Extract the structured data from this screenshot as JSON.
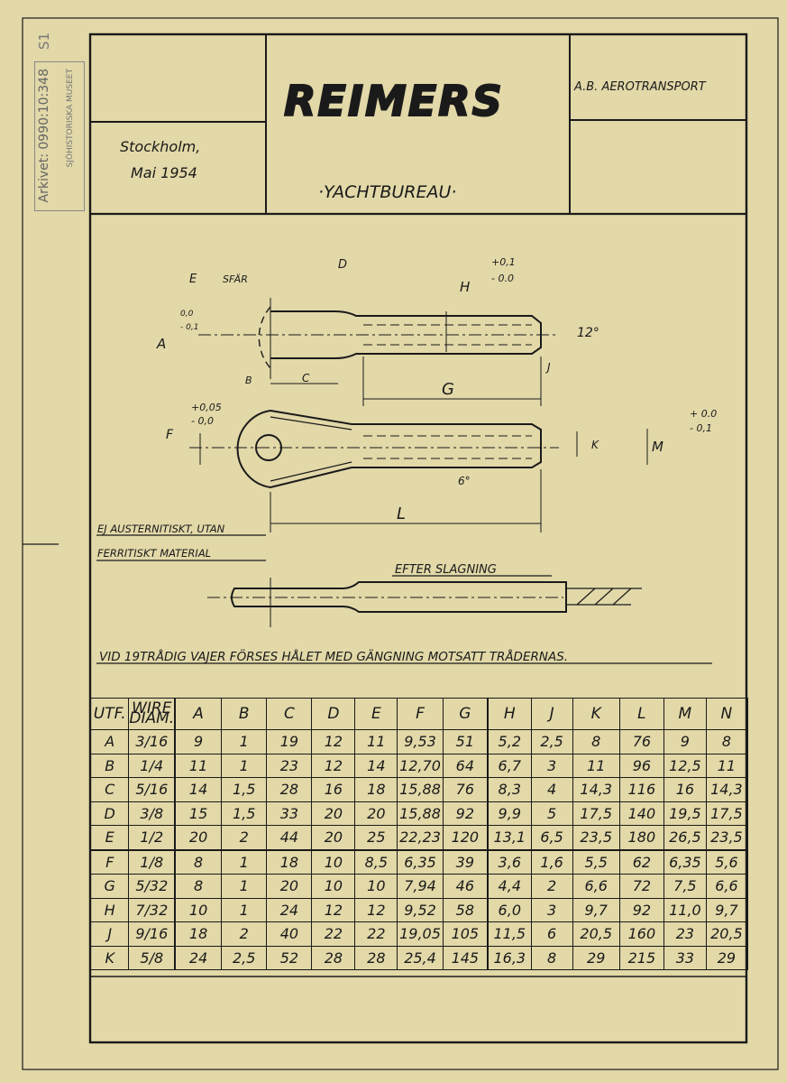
{
  "stamp": {
    "number": "S1",
    "archive_ref": "Arkivet: 0990:10:348",
    "institution": "SJÖHISTORISKA MUSEET"
  },
  "title_block": {
    "logo": "REIMERS",
    "subtitle": "·YACHTBUREAU·",
    "place": "Stockholm,",
    "date": "Mai 1954",
    "client": "A.B. AEROTRANSPORT"
  },
  "drawing": {
    "labels": {
      "E": "E",
      "sfar": "SFÄR",
      "D": "D",
      "H": "H",
      "tol_h": [
        "+0,1",
        "- 0.0"
      ],
      "A": "A",
      "tol_a": [
        "0,0",
        "- 0,1"
      ],
      "angle12": "12°",
      "B": "B",
      "C": "C",
      "J": "J",
      "G": "G",
      "tol_f": [
        "+0,05",
        "- 0,0"
      ],
      "F": "F",
      "K": "K",
      "M": "M",
      "tol_m": [
        "+ 0.0",
        "- 0,1"
      ],
      "angle6": "6°",
      "L": "L"
    },
    "material_note": [
      "EJ AUSTERNITISKT, UTAN",
      "FERRITISKT MATERIAL"
    ],
    "after_title": "EFTER SLAGNING",
    "note": "VID 19TRÅDIG VAJER FÖRSES HÅLET MED GÄNGNING MOTSATT TRÅDERNAS."
  },
  "table": {
    "headers": [
      "UTF.",
      "WIRE DIAM.",
      "A",
      "B",
      "C",
      "D",
      "E",
      "F",
      "G",
      "H",
      "J",
      "K",
      "L",
      "M",
      "N"
    ],
    "rows": [
      [
        "A",
        "3/16",
        "9",
        "1",
        "19",
        "12",
        "11",
        "9,53",
        "51",
        "5,2",
        "2,5",
        "8",
        "76",
        "9",
        "8"
      ],
      [
        "B",
        "1/4",
        "11",
        "1",
        "23",
        "12",
        "14",
        "12,70",
        "64",
        "6,7",
        "3",
        "11",
        "96",
        "12,5",
        "11"
      ],
      [
        "C",
        "5/16",
        "14",
        "1,5",
        "28",
        "16",
        "18",
        "15,88",
        "76",
        "8,3",
        "4",
        "14,3",
        "116",
        "16",
        "14,3"
      ],
      [
        "D",
        "3/8",
        "15",
        "1,5",
        "33",
        "20",
        "20",
        "15,88",
        "92",
        "9,9",
        "5",
        "17,5",
        "140",
        "19,5",
        "17,5"
      ],
      [
        "E",
        "1/2",
        "20",
        "2",
        "44",
        "20",
        "25",
        "22,23",
        "120",
        "13,1",
        "6,5",
        "23,5",
        "180",
        "26,5",
        "23,5"
      ],
      [
        "F",
        "1/8",
        "8",
        "1",
        "18",
        "10",
        "8,5",
        "6,35",
        "39",
        "3,6",
        "1,6",
        "5,5",
        "62",
        "6,35",
        "5,6"
      ],
      [
        "G",
        "5/32",
        "8",
        "1",
        "20",
        "10",
        "10",
        "7,94",
        "46",
        "4,4",
        "2",
        "6,6",
        "72",
        "7,5",
        "6,6"
      ],
      [
        "H",
        "7/32",
        "10",
        "1",
        "24",
        "12",
        "12",
        "9,52",
        "58",
        "6,0",
        "3",
        "9,7",
        "92",
        "11,0",
        "9,7"
      ],
      [
        "J",
        "9/16",
        "18",
        "2",
        "40",
        "22",
        "22",
        "19,05",
        "105",
        "11,5",
        "6",
        "20,5",
        "160",
        "23",
        "20,5"
      ],
      [
        "K",
        "5/8",
        "24",
        "2,5",
        "52",
        "28",
        "28",
        "25,4",
        "145",
        "16,3",
        "8",
        "29",
        "215",
        "33",
        "29"
      ]
    ]
  }
}
